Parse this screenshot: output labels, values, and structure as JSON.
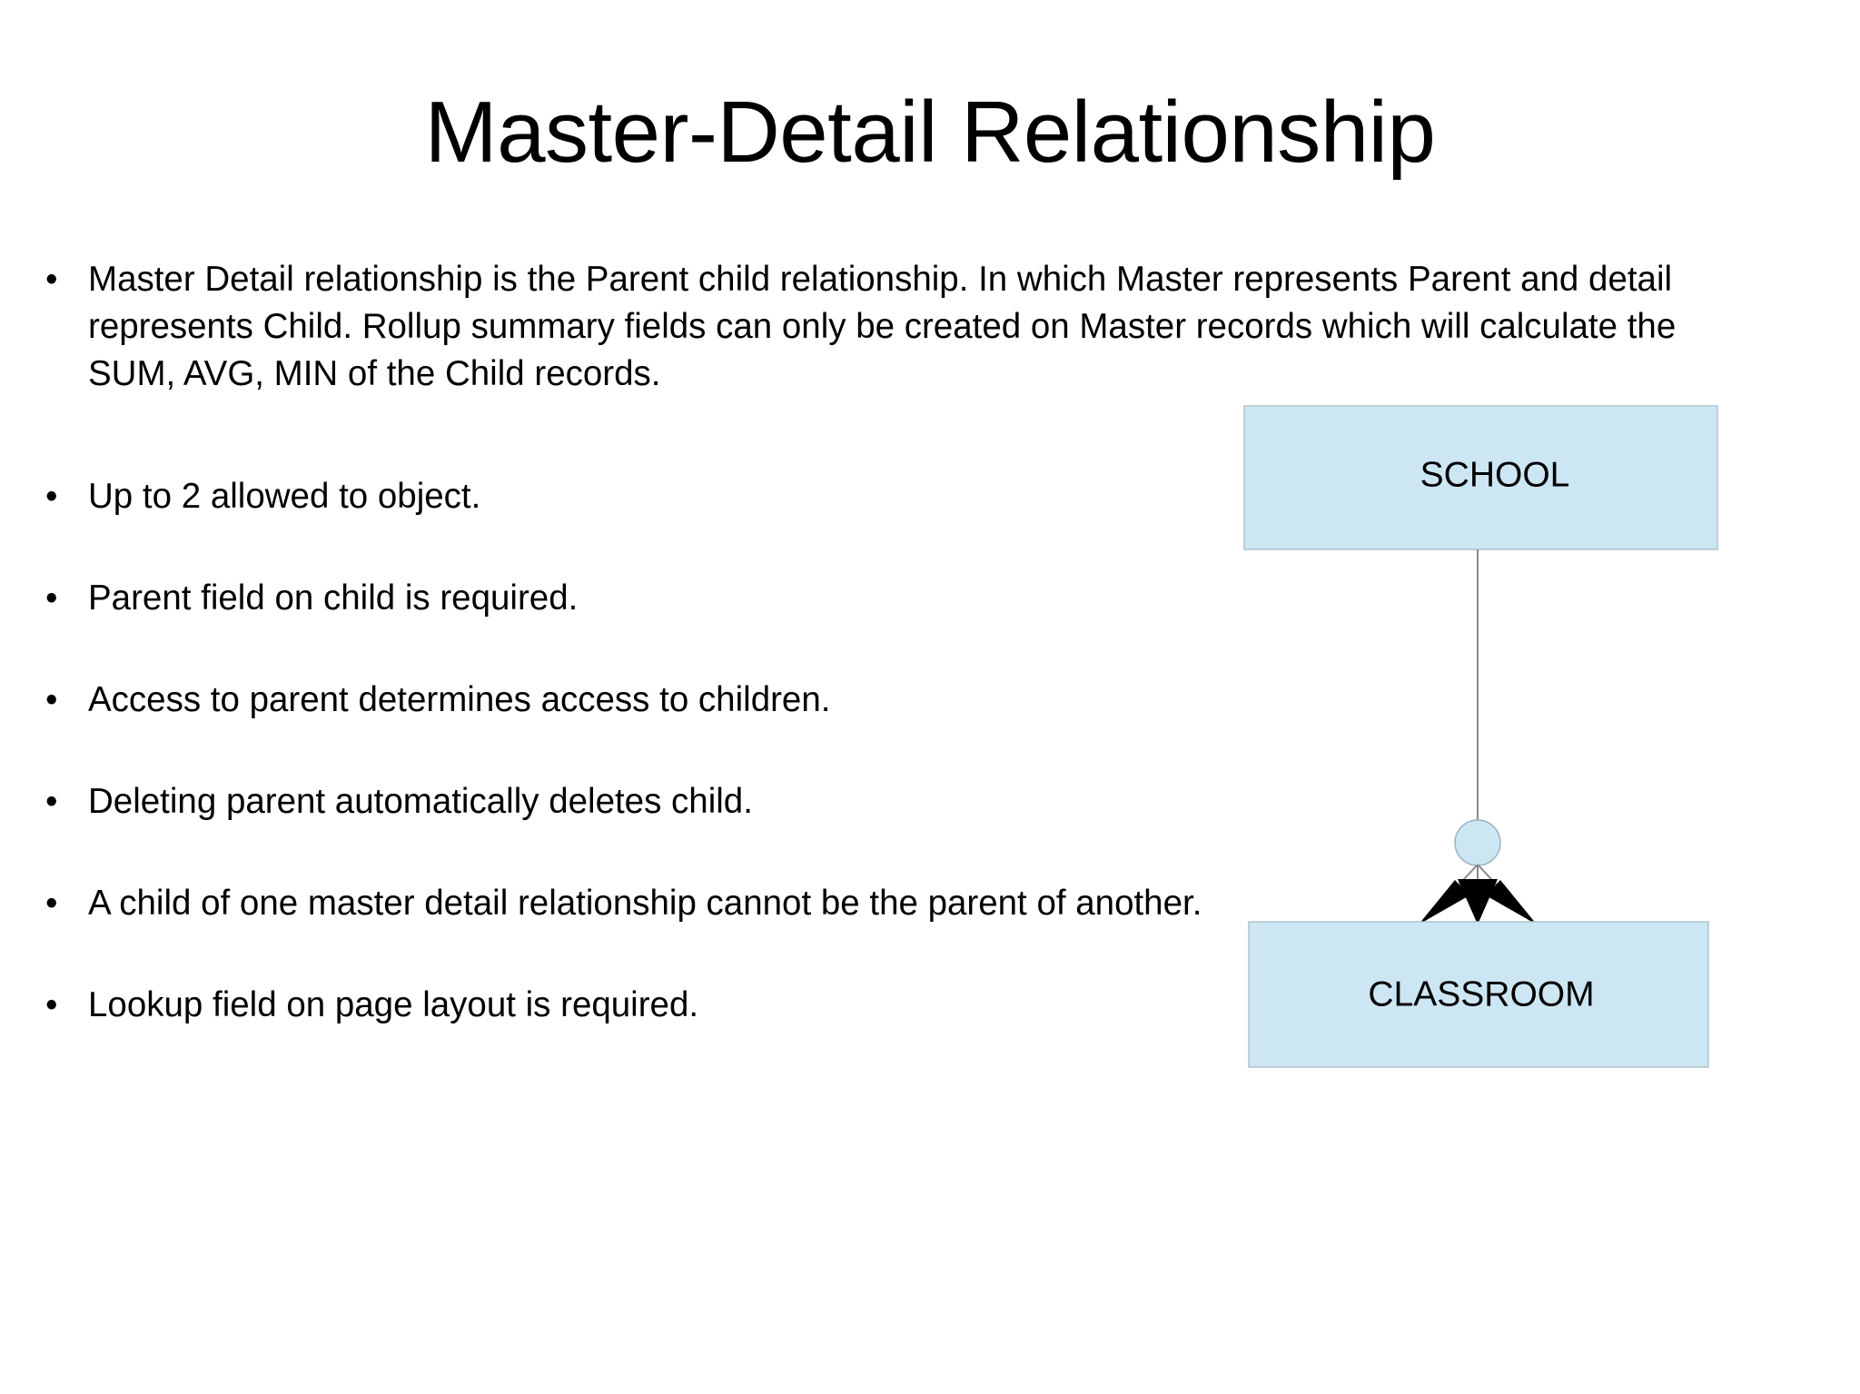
{
  "slide": {
    "title": "Master-Detail Relationship",
    "background_color": "#ffffff",
    "text_color": "#000000"
  },
  "bullets": [
    {
      "marker": "•",
      "text": "Master Detail relationship is the Parent child relationship. In which Master represents Parent and detail represents Child. Rollup summary fields can only be created on Master records which will calculate the SUM, AVG, MIN of the Child records."
    },
    {
      "marker": "•",
      "text": "Up to 2 allowed to object."
    },
    {
      "marker": "•",
      "text": "Parent field on child is required."
    },
    {
      "marker": "•",
      "text": "Access to parent determines access to children."
    },
    {
      "marker": "•",
      "text": "Deleting parent automatically deletes child."
    },
    {
      "marker": "•",
      "text": "A child of one master detail relationship cannot be the parent of another."
    },
    {
      "marker": "•",
      "text": "Lookup field on page layout is required."
    }
  ],
  "diagram": {
    "type": "entity-relationship",
    "notation": "crows-foot",
    "entity_fill_color": "#cde6f4",
    "entity_border_color": "#b0c4cc",
    "connector_color": "#8a8a8a",
    "arrow_color": "#000000",
    "parent_entity": "SCHOOL",
    "child_entity": "CLASSROOM",
    "cardinality_marker": "zero-or-many"
  }
}
